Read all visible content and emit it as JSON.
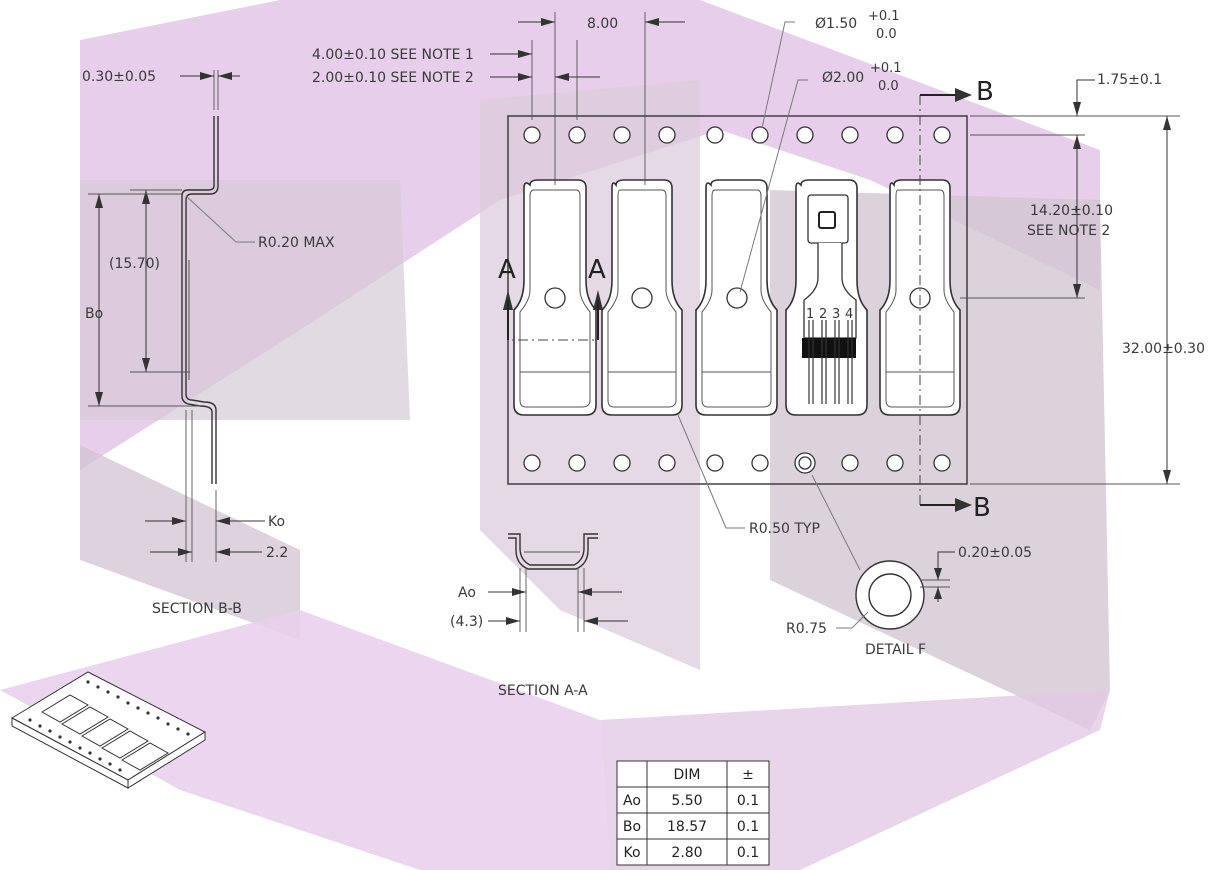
{
  "dimensions": {
    "pitch": "8.00",
    "sprocket_pitch": "4.00±0.10 SEE NOTE 1",
    "hole_offset": "2.00±0.10 SEE NOTE 2",
    "hole_diameter": "Ø1.50",
    "hole_diameter_tol_upper": "+0.1",
    "hole_diameter_tol_lower": "0.0",
    "pocket_hole_diameter": "Ø2.00",
    "pocket_hole_tol_upper": "+0.1",
    "pocket_hole_tol_lower": "0.0",
    "edge_to_hole": "1.75±0.1",
    "hole_to_center_line1": "14.20±0.10",
    "hole_to_center_line2": "SEE NOTE 2",
    "tape_width": "32.00±0.30",
    "thickness": "0.30±0.05",
    "corner_radius_section": "R0.20 MAX",
    "bo_ref": "(15.70)",
    "bo": "Bo",
    "ko": "Ko",
    "k_total": "2.2",
    "pocket_radius": "R0.50 TYP",
    "detail_thickness": "0.20±0.05",
    "detail_radius": "R0.75",
    "ao": "Ao",
    "ao_ref": "(4.3)"
  },
  "labels": {
    "section_bb": "SECTION B-B",
    "section_aa": "SECTION A-A",
    "detail_f": "DETAIL F",
    "cut_a_left": "A",
    "cut_a_right": "A",
    "cut_b_top": "B",
    "cut_b_bottom": "B",
    "pin_numbers": [
      "1",
      "2",
      "3",
      "4"
    ]
  },
  "table": {
    "headers": [
      "",
      "DIM",
      "±"
    ],
    "rows": [
      [
        "Ao",
        "5.50",
        "0.1"
      ],
      [
        "Bo",
        "18.57",
        "0.1"
      ],
      [
        "Ko",
        "2.80",
        "0.1"
      ]
    ]
  },
  "colors": {
    "watermark_light": "#e8c8ec",
    "watermark_dark": "#c9b6c9"
  }
}
